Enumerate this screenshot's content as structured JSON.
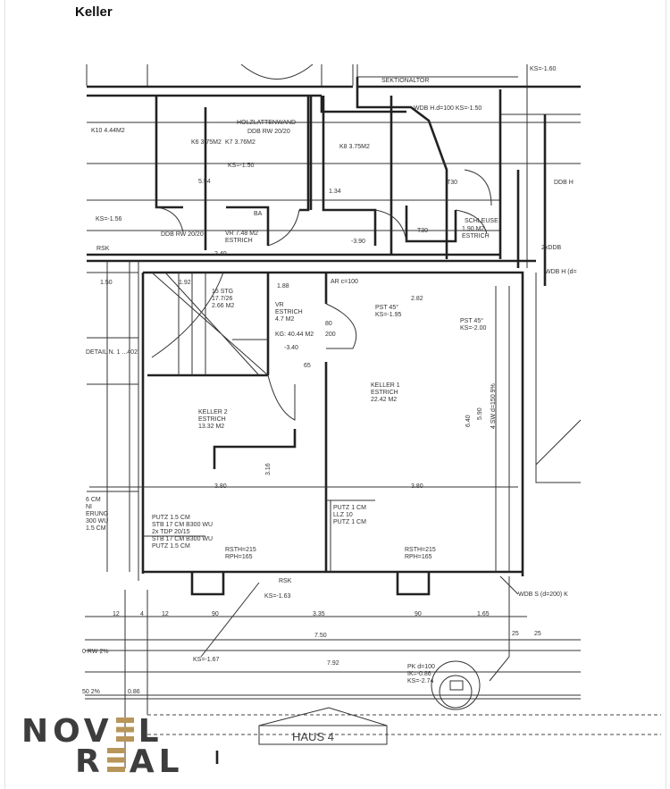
{
  "page": {
    "title": "Keller"
  },
  "logo": {
    "text": "NOVEL REAL",
    "line1_a": "NOV",
    "line1_b": "L",
    "line2_a": "R",
    "line2_b": "AL",
    "accent_color": "#b8955a"
  },
  "plan": {
    "sektionaltor": "SEKTIONALTOR",
    "ks_160": "KS=-1.60",
    "wdb_h": "WDB H.d=100 KS=-1.50",
    "k10": "K10 4.44M2",
    "holzlattenwand": "HOLZLATTENWAND",
    "ddb_rw": "DDB RW 20/20",
    "k6": "K6 3.75M2",
    "k7": "K7 3.76M2",
    "k8": "K8 3.75M2",
    "ks_150": "KS=-1.50",
    "ks_156": "KS=-1.56",
    "ddb_rw2": "DDB RW 20/20",
    "ba": "BA",
    "vr1": "VR 7.48 M2",
    "vr1_floor": "ESTRICH",
    "schleuse": "SCHLEUSE",
    "schleuse_area": "1.90 M2",
    "schleuse_floor": "ESTRICH",
    "t30a": "T30",
    "t30b": "T30",
    "lvl_390": "-3.90",
    "rsk": "RSK",
    "ddb_h": "DDB H",
    "two_ddb": "2xDDB",
    "wdb_h2": "WDB H (d=",
    "ar": "AR c=100",
    "pst1": "PST 45°",
    "pst1_ks": "KS=-1.95",
    "pst2": "PST 45°",
    "pst2_ks": "KS=-2.00",
    "stairs": [
      "15 STG",
      "17.7/26",
      "2.66 M2"
    ],
    "vr2": [
      "VR",
      "ESTRICH",
      "4.7 M2"
    ],
    "kg": "KG: 40.44 M2",
    "lvl_340": "-3.40",
    "detail": "DETAIL N. 1 ...402",
    "keller1": [
      "KELLER 1",
      "ESTRICH",
      "22.42 M2"
    ],
    "keller2": [
      "KELLER 2",
      "ESTRICH",
      "13.32 M2"
    ],
    "sw": "4 SW d=150 9%",
    "wall_spec_left": [
      "PUTZ 1.5 CM",
      "STB 17 CM B300 WU",
      "2x TDP 20/15",
      "STB 17 CM B300 WU",
      "PUTZ 1.5 CM"
    ],
    "wall_spec_mid": [
      "PUTZ 1 CM",
      "LLZ 10",
      "PUTZ 1 CM"
    ],
    "rsth1": [
      "RSTH=215",
      "RPH=165"
    ],
    "rsth2": [
      "RSTH=215",
      "RPH=165"
    ],
    "left_cut": [
      "6 CM",
      "NI",
      "ERUNG",
      "300 WU",
      "1.5 CM"
    ],
    "rsk2": "RSK",
    "ks_163": "KS=-1.63",
    "ks_167": "KS=-1.67",
    "wdb_s": "WDB S (d=200) K",
    "pk": [
      "PK d=100",
      "IK=-0.86",
      "KS=-2.74"
    ],
    "rw": "0 RW 2%",
    "slope": "50 2%",
    "lvl_086": "0.86",
    "haus": "HAUS 4",
    "dims": {
      "d380a": "3.80",
      "d380b": "3.80",
      "d316": "3.16",
      "d640": "6.40",
      "d590": "5.90",
      "d240": "2.40",
      "d554": "5.54",
      "d134": "1.34",
      "d188": "1.88",
      "d192": "1.92",
      "d150": "1.50",
      "d282": "2.82",
      "d65": "65",
      "d80": "80",
      "d200": "200",
      "row1": [
        "12",
        "4",
        "12",
        "90",
        "3.35",
        "90",
        "1.65"
      ],
      "d750": "7.50",
      "d792": "7.92",
      "d25a": "25",
      "d25b": "25"
    }
  }
}
